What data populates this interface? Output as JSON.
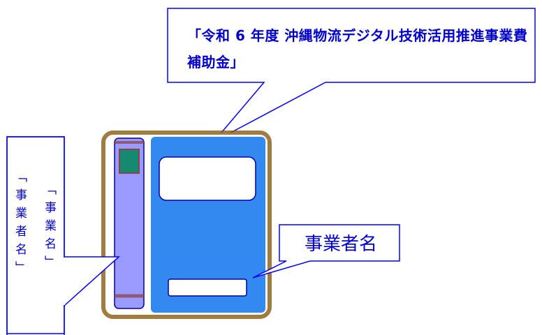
{
  "callouts": {
    "top_text": "「令和 6 年度 沖縄物流デジタル技術活用推進事業費補助金」",
    "operator_text": "事業者名",
    "project_text": "「事業名」",
    "operator_vertical_text": "「事業者名」"
  },
  "colors": {
    "outline": "#0000ff",
    "text": "#0000cc",
    "binder_frame": "#8a5a10",
    "cover": "#3389f0",
    "spine": "#9a9aff",
    "spine_label": "#0e8a6a"
  }
}
